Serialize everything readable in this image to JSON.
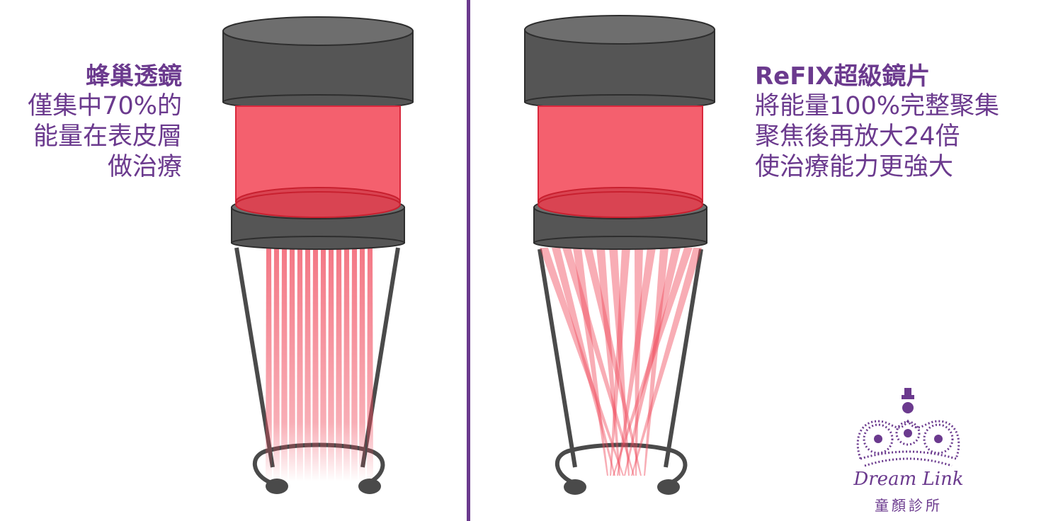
{
  "left_panel": {
    "heading": "蜂巢透鏡",
    "lines": [
      "僅集中70%的",
      "能量在表皮層",
      "做治療"
    ]
  },
  "right_panel": {
    "heading": "ReFIX超級鏡片",
    "lines": [
      "將能量100%完整聚集",
      "聚焦後再放大24倍",
      "使治療能力更強大"
    ]
  },
  "logo": {
    "script_text": "Dream Link",
    "chinese_text": "童顏診所",
    "icon": "crown-icon"
  },
  "colors": {
    "accent_purple": "#6b3a8e",
    "housing_dark": "#555555",
    "housing_top": "#6e6e6e",
    "laser_red": "#f4606e",
    "beam_red": "#f04a5c"
  }
}
